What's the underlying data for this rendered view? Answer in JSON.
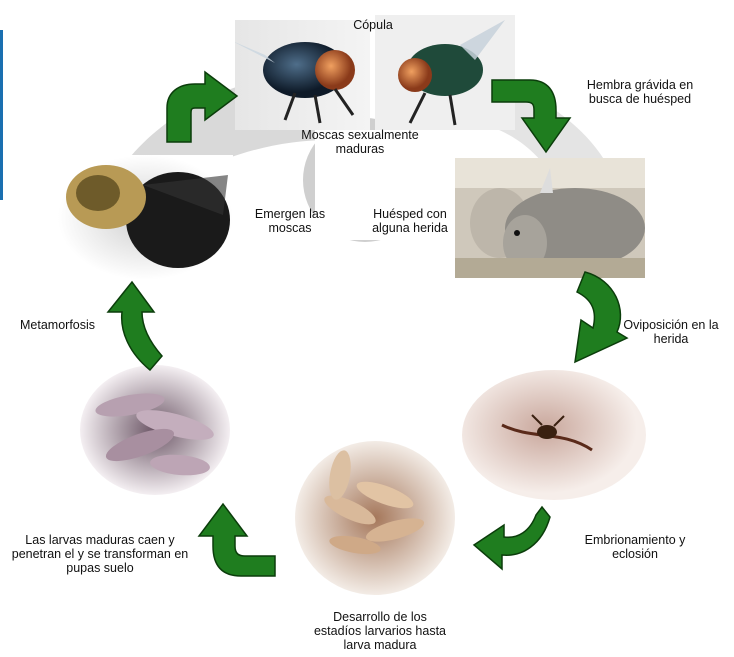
{
  "diagram": {
    "labels": {
      "copula": "Cópula",
      "hembra": "Hembra grávida en\nbusca de huésped",
      "moscas_maduras": "Moscas sexualmente\nmaduras",
      "emergen": "Emergen las\nmoscas",
      "huesped_herida": "Huésped con\nalguna herida",
      "oviposicion": "Oviposición en la\nherida",
      "metamorfosis": "Metamorfosis",
      "embrionamiento": "Embrionamiento  y\neclosión",
      "larvas_caen": "Las larvas maduras caen y\npenetran el  y se transforman en\npupas suelo",
      "desarrollo": "Desarrollo de los\nestadíos larvarios hasta\nlarva madura"
    },
    "photos": [
      {
        "name": "mating-flies-photo",
        "subject": "two adult flies mating"
      },
      {
        "name": "cattle-photo",
        "subject": "cattle host"
      },
      {
        "name": "wound-photo",
        "subject": "eggs laid in wound"
      },
      {
        "name": "larvae-photo",
        "subject": "larvae developing"
      },
      {
        "name": "pupae-photo",
        "subject": "pupae in soil"
      },
      {
        "name": "emerging-fly-photo",
        "subject": "fly emerging from pupa"
      }
    ],
    "colors": {
      "arrow": "#1f7d1f",
      "arrow_outline": "#0b3d0b",
      "ring": "#d6d6d6",
      "accent_bar": "#1a6fb0"
    }
  }
}
